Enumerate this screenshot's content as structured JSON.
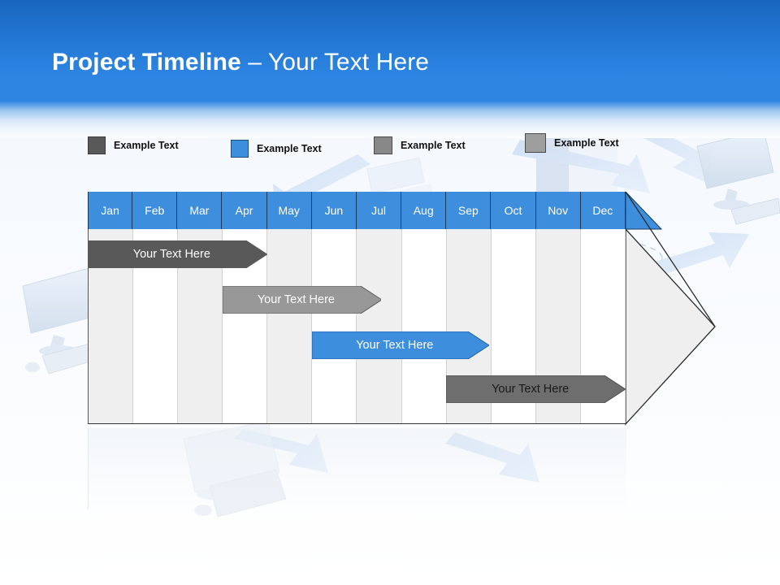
{
  "slide": {
    "title_bold": "Project Timeline",
    "title_light": " – Your Text Here",
    "title_full": "Project Timeline – Your Text Here",
    "background_color": "#ffffff",
    "header_gradient_top": "#1866bd",
    "header_gradient_bottom": "#2e85e2"
  },
  "legend": {
    "items": [
      {
        "label": "Example Text",
        "color": "#595959",
        "border": "#3b3b3b"
      },
      {
        "label": "Example Text",
        "color": "#3e8ede",
        "border": "#1b4d80"
      },
      {
        "label": "Example Text",
        "color": "#888888",
        "border": "#4a4a4a"
      },
      {
        "label": "Example Text",
        "color": "#9e9e9e",
        "border": "#4a4a4a"
      }
    ]
  },
  "chart_data": {
    "type": "bar",
    "title": "Project Timeline – Your Text Here",
    "xlabel": "",
    "ylabel": "",
    "categories": [
      "Jan",
      "Feb",
      "Mar",
      "Apr",
      "May",
      "Jun",
      "Jul",
      "Aug",
      "Sep",
      "Oct",
      "Nov",
      "Dec"
    ],
    "grid": true,
    "legend_position": "top",
    "axis_range_months": [
      1,
      12
    ],
    "series": [
      {
        "name": "Your  Text Here",
        "label": "Your  Text Here",
        "start_month": "Jan",
        "end_month": "Apr",
        "start_index": 0,
        "end_index": 4,
        "fill": "#595959",
        "border": "#595959",
        "text_color": "#ffffff"
      },
      {
        "name": "Your  Text Here",
        "label": "Your  Text Here",
        "start_month": "Apr",
        "end_month": "Jul",
        "start_index": 3,
        "end_index": 6.55,
        "fill": "#989898",
        "border": "#5c5c5c",
        "text_color": "#ffffff"
      },
      {
        "name": "Your  Text Here",
        "label": "Your  Text Here",
        "start_month": "Jun",
        "end_month": "Sep",
        "start_index": 5,
        "end_index": 8.95,
        "fill": "#3e8ede",
        "border": "#1e5fa8",
        "text_color": "#ffffff"
      },
      {
        "name": "Your  Text Here",
        "label": "Your  Text Here",
        "start_month": "Sep",
        "end_month": "Dec",
        "start_index": 8,
        "end_index": 12,
        "fill": "#6e6e6e",
        "border": "#4f4f4f",
        "text_color": "#1a1a1a"
      }
    ],
    "column_shading": {
      "odd_color": "#efefef",
      "even_color": "#ffffff"
    },
    "header_cell_color": "#3e8ede",
    "header_text_color": "#ffffff"
  }
}
